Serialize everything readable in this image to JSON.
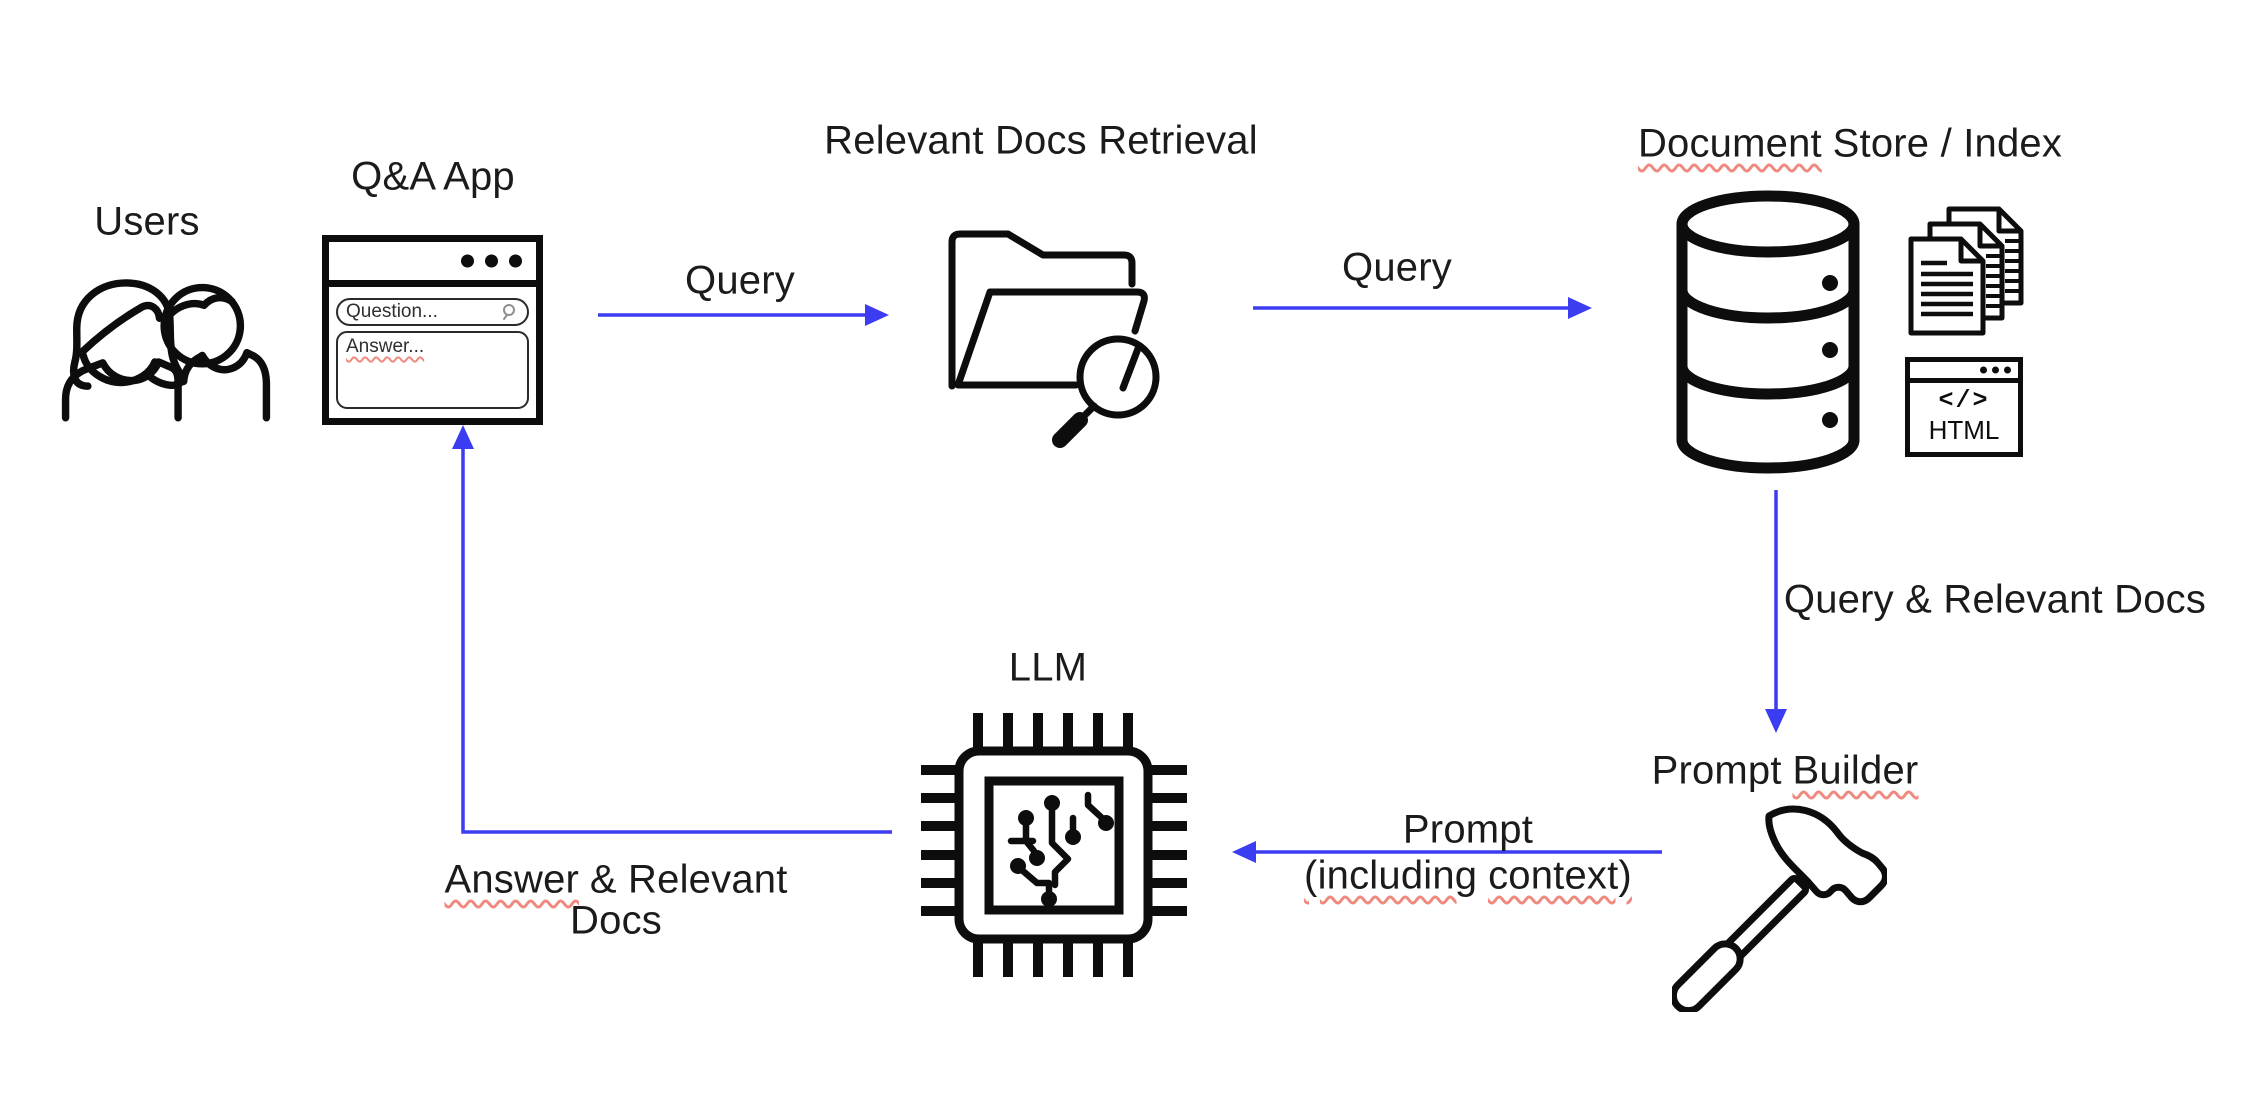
{
  "colors": {
    "accent": "#3c3cf0",
    "ink": "#0d0d0d",
    "text": "#1b1b1b",
    "squiggle": "#ef8a80"
  },
  "users": {
    "label": "Users"
  },
  "qa_app": {
    "title": "Q&A App",
    "question_value": "Question...",
    "answer_value": "Answer..."
  },
  "retrieval": {
    "title": "Relevant Docs Retrieval"
  },
  "doc_store": {
    "title_word1": "Document",
    "title_rest": "Store / Index",
    "code_glyph": "</>",
    "code_label": "HTML"
  },
  "prompt_builder": {
    "title_word1": "Prompt",
    "title_word2": "Builder"
  },
  "llm": {
    "title": "LLM"
  },
  "edges": {
    "query1": "Query",
    "query2": "Query",
    "query_docs": "Query & Relevant Docs",
    "prompt_line1": "Prompt",
    "prompt_line2_a": "(including",
    "prompt_line2_b": "context)",
    "answer_line1_a": "Answer",
    "answer_line1_b": "& Relevant",
    "answer_line2": "Docs"
  }
}
